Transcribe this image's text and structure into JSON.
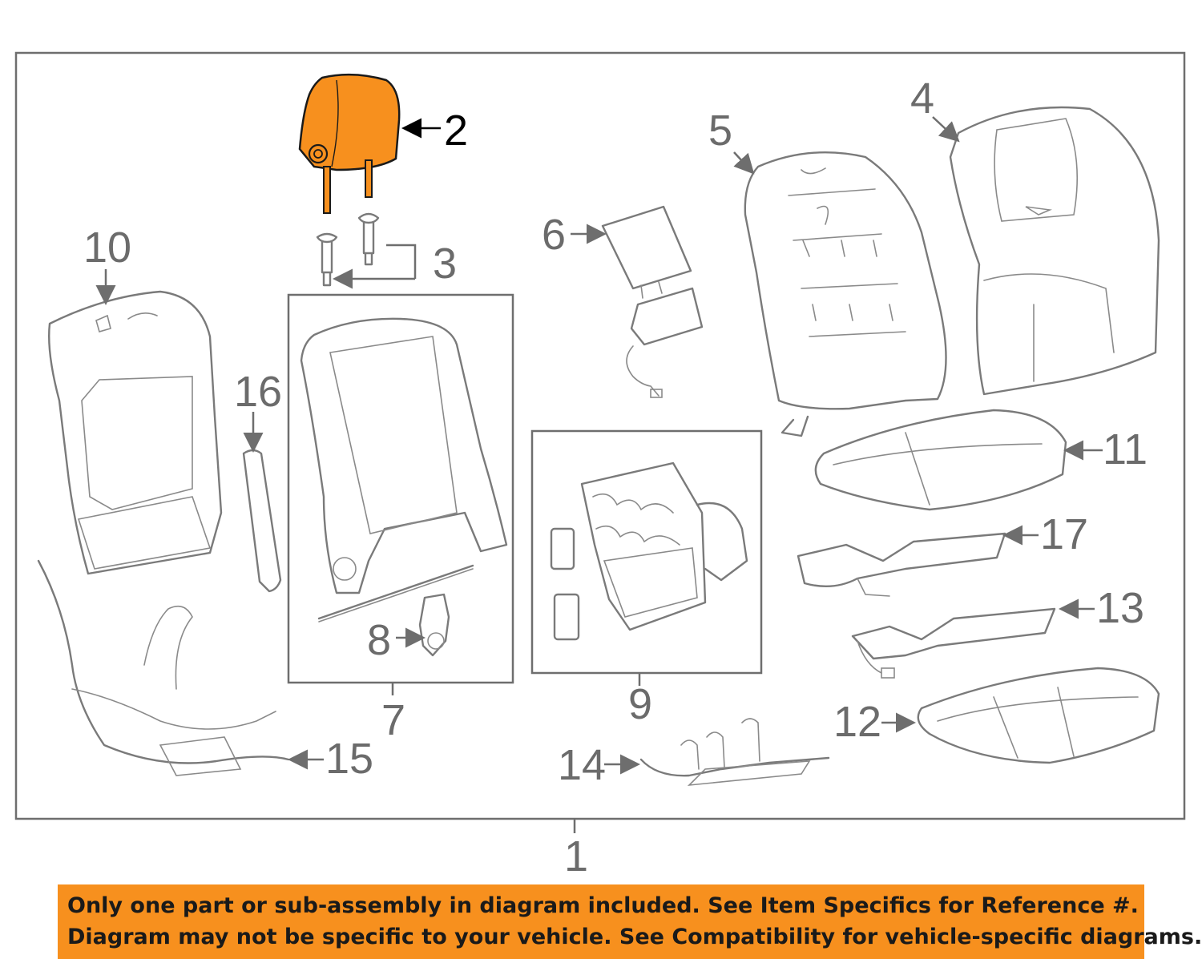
{
  "highlight_color": "#f7901e",
  "callouts": {
    "c1": "1",
    "c2": "2",
    "c3": "3",
    "c4": "4",
    "c5": "5",
    "c6": "6",
    "c7": "7",
    "c8": "8",
    "c9": "9",
    "c10": "10",
    "c11": "11",
    "c12": "12",
    "c13": "13",
    "c14": "14",
    "c15": "15",
    "c16": "16",
    "c17": "17"
  },
  "highlighted_part": "2",
  "banner": {
    "line1": "Only one part or sub-assembly in diagram included. See Item Specifics for Reference #.",
    "line2": "Diagram may not be specific to your vehicle. See Compatibility for vehicle-specific diagrams."
  }
}
